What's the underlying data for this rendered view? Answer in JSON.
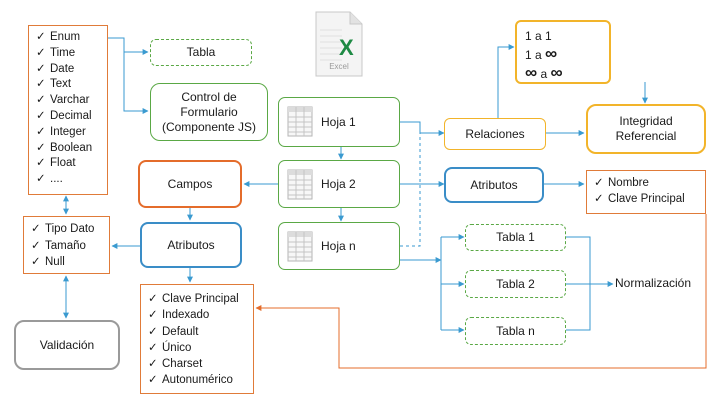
{
  "types_list": {
    "items": [
      "Enum",
      "Time",
      "Date",
      "Text",
      "Varchar",
      "Decimal",
      "Integer",
      "Boolean",
      "Float",
      "...."
    ]
  },
  "tabla": "Tabla",
  "control_formulario": {
    "line1": "Control de",
    "line2": "Formulario",
    "line3": "(Componente JS)"
  },
  "excel": {
    "caption": "Excel",
    "letter": "X"
  },
  "sheets": {
    "hoja1": "Hoja 1",
    "hoja2": "Hoja 2",
    "hojan": "Hoja n"
  },
  "campos": "Campos",
  "atributos_left": "Atributos",
  "dato_list": {
    "items": [
      "Tipo Dato",
      "Tamaño",
      "Null"
    ]
  },
  "validacion": "Validación",
  "constraints_list": {
    "items": [
      "Clave Principal",
      "Indexado",
      "Default",
      "Único",
      "Charset",
      "Autonumérico"
    ]
  },
  "cardinality": {
    "line1": "1 a 1",
    "line2_prefix": "1 a",
    "line3_middle": "a",
    "infinity": "∞"
  },
  "relaciones": "Relaciones",
  "integridad": {
    "line1": "Integridad",
    "line2": "Referencial"
  },
  "atributos_right": "Atributos",
  "attr_list": {
    "items": [
      "Nombre",
      "Clave Principal"
    ]
  },
  "tablas": {
    "tabla1": "Tabla 1",
    "tabla2": "Tabla 2",
    "tablan": "Tabla n"
  },
  "normalizacion": "Normalización",
  "colors": {
    "list_border": "#e07b39",
    "green": "#5aa845",
    "orange": "#e46c2b",
    "blue": "#3a8dc7",
    "yellow": "#f2b42a",
    "gray": "#9a9a9a",
    "arrow": "#3a9ad0",
    "excel_green": "#1e8a44"
  }
}
